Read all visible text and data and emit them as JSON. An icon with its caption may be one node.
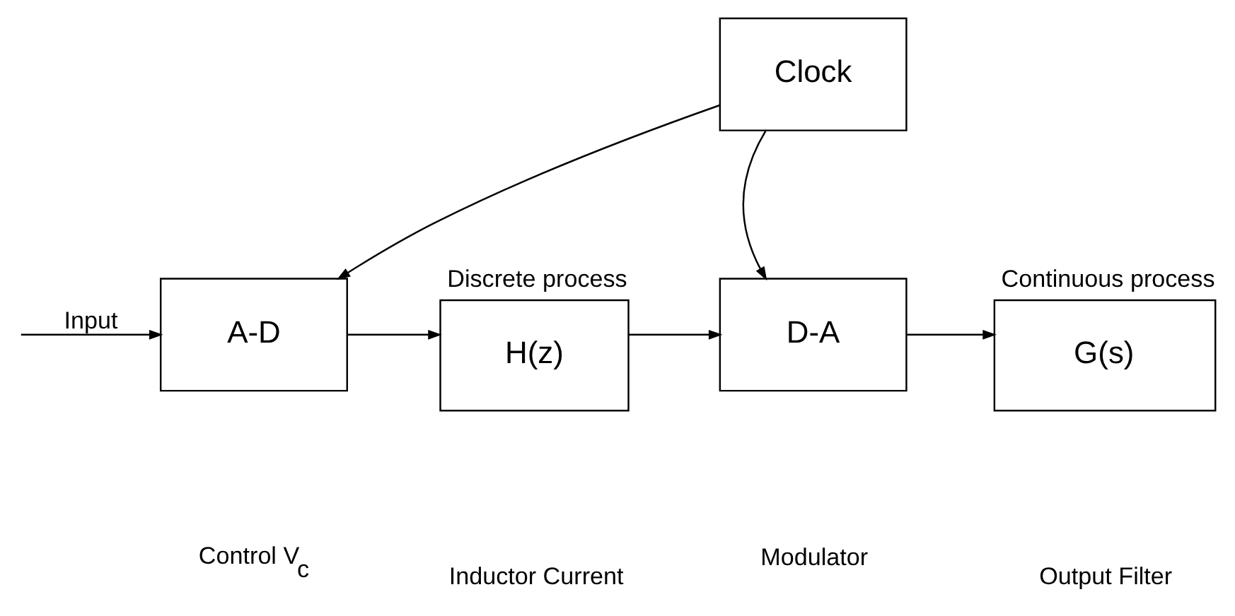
{
  "diagram": {
    "nodes": [
      {
        "text": [
          "Clock"
        ]
      },
      {
        "text": [
          "A-D"
        ]
      },
      {
        "text": [
          "H(z)"
        ],
        "beside": [
          "Discrete process"
        ]
      },
      {
        "text": [
          "D-A"
        ]
      },
      {
        "text": [
          "G(s)"
        ],
        "beside": [
          "Continuous process"
        ]
      }
    ],
    "edges": [
      {
        "from": 0,
        "to": 1,
        "arrow": "to"
      },
      {
        "from": 0,
        "to": 3,
        "arrow": "to"
      },
      {
        "from": null,
        "to": 1,
        "arrow": "to",
        "label": "Input"
      },
      {
        "from": 1,
        "to": 2,
        "arrow": "to"
      },
      {
        "from": 2,
        "to": 3,
        "arrow": "to"
      },
      {
        "from": 3,
        "to": 4,
        "arrow": "to"
      }
    ],
    "labels": [
      "Control V$_{c}$",
      "Inductor Current",
      "Modulator",
      "Output Filter"
    ]
  }
}
